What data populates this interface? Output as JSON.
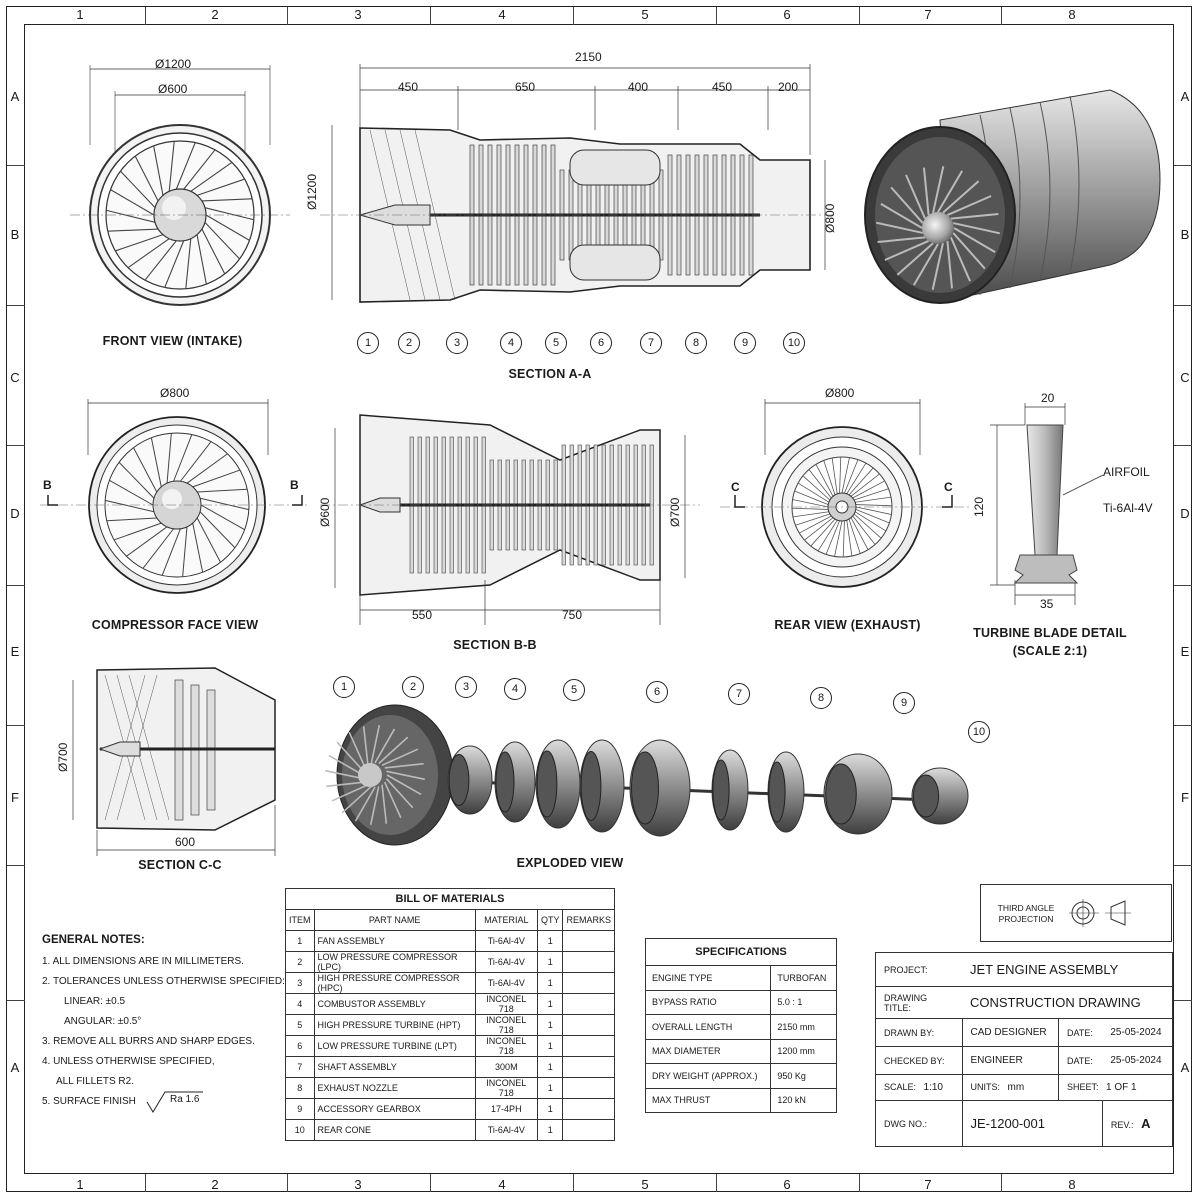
{
  "zones": {
    "columns": [
      "1",
      "2",
      "3",
      "4",
      "5",
      "6",
      "7",
      "8"
    ],
    "rows": [
      "A",
      "B",
      "C",
      "D",
      "E",
      "F",
      "A"
    ]
  },
  "views": {
    "front_view": "FRONT VIEW (INTAKE)",
    "section_aa": "SECTION A-A",
    "compressor_face": "COMPRESSOR FACE VIEW",
    "section_bb": "SECTION B-B",
    "rear_view": "REAR VIEW (EXHAUST)",
    "blade_detail": "TURBINE BLADE DETAIL",
    "blade_scale": "(SCALE 2:1)",
    "section_cc": "SECTION C-C",
    "exploded": "EXPLODED VIEW"
  },
  "dimensions": {
    "front_outer": "Ø1200",
    "front_inner": "Ø600",
    "aa_total": "2150",
    "aa_segments": [
      "450",
      "650",
      "400",
      "450",
      "200"
    ],
    "aa_left_dia": "Ø1200",
    "aa_right_dia": "Ø800",
    "comp_dia": "Ø800",
    "bb_left_dia": "Ø600",
    "bb_right_dia": "Ø700",
    "bb_len1": "550",
    "bb_len2": "750",
    "rear_dia": "Ø800",
    "blade_top": "20",
    "blade_height": "120",
    "blade_bottom": "35",
    "cc_dia": "Ø700",
    "cc_len": "600"
  },
  "section_markers": {
    "b": "B",
    "c": "C"
  },
  "blade_notes": {
    "airfoil": "AIRFOIL",
    "material": "Ti-6Al-4V"
  },
  "callouts": [
    "1",
    "2",
    "3",
    "4",
    "5",
    "6",
    "7",
    "8",
    "9",
    "10"
  ],
  "general_notes": {
    "heading": "GENERAL NOTES:",
    "lines": [
      "1.  ALL DIMENSIONS ARE IN MILLIMETERS.",
      "2.  TOLERANCES UNLESS OTHERWISE SPECIFIED:",
      "LINEAR:   ±0.5",
      "ANGULAR:   ±0.5°",
      "3.  REMOVE ALL BURRS AND SHARP EDGES.",
      "4.  UNLESS OTHERWISE SPECIFIED,",
      "ALL FILLETS R2.",
      "5.  SURFACE FINISH"
    ],
    "finish": "Ra 1.6"
  },
  "bom": {
    "title": "BILL OF MATERIALS",
    "headers": [
      "ITEM",
      "PART NAME",
      "MATERIAL",
      "QTY",
      "REMARKS"
    ],
    "rows": [
      [
        "1",
        "FAN ASSEMBLY",
        "Ti-6Al-4V",
        "1",
        ""
      ],
      [
        "2",
        "LOW PRESSURE COMPRESSOR (LPC)",
        "Ti-6Al-4V",
        "1",
        ""
      ],
      [
        "3",
        "HIGH PRESSURE COMPRESSOR (HPC)",
        "Ti-6Al-4V",
        "1",
        ""
      ],
      [
        "4",
        "COMBUSTOR ASSEMBLY",
        "INCONEL 718",
        "1",
        ""
      ],
      [
        "5",
        "HIGH PRESSURE TURBINE (HPT)",
        "INCONEL 718",
        "1",
        ""
      ],
      [
        "6",
        "LOW PRESSURE TURBINE (LPT)",
        "INCONEL 718",
        "1",
        ""
      ],
      [
        "7",
        "SHAFT ASSEMBLY",
        "300M",
        "1",
        ""
      ],
      [
        "8",
        "EXHAUST NOZZLE",
        "INCONEL 718",
        "1",
        ""
      ],
      [
        "9",
        "ACCESSORY GEARBOX",
        "17-4PH",
        "1",
        ""
      ],
      [
        "10",
        "REAR CONE",
        "Ti-6Al-4V",
        "1",
        ""
      ]
    ]
  },
  "specs": {
    "title": "SPECIFICATIONS",
    "rows": [
      [
        "ENGINE TYPE",
        "TURBOFAN"
      ],
      [
        "BYPASS RATIO",
        "5.0 : 1"
      ],
      [
        "OVERALL LENGTH",
        "2150 mm"
      ],
      [
        "MAX DIAMETER",
        "1200 mm"
      ],
      [
        "DRY WEIGHT (APPROX.)",
        "950 Kg"
      ],
      [
        "MAX THRUST",
        "120 kN"
      ]
    ]
  },
  "projection": {
    "line1": "THIRD ANGLE",
    "line2": "PROJECTION"
  },
  "title_block": {
    "project_label": "PROJECT:",
    "project": "JET ENGINE ASSEMBLY",
    "title_label": "DRAWING TITLE:",
    "title": "CONSTRUCTION DRAWING",
    "drawn_label": "DRAWN BY:",
    "drawn": "CAD DESIGNER",
    "date_label": "DATE:",
    "drawn_date": "25-05-2024",
    "checked_label": "CHECKED BY:",
    "checked": "ENGINEER",
    "checked_date": "25-05-2024",
    "scale_label": "SCALE:",
    "scale": "1:10",
    "units_label": "UNITS:",
    "units": "mm",
    "sheet_label": "SHEET:",
    "sheet": "1 OF 1",
    "dwg_label": "DWG NO.:",
    "dwg": "JE-1200-001",
    "rev_label": "REV.:",
    "rev": "A"
  }
}
